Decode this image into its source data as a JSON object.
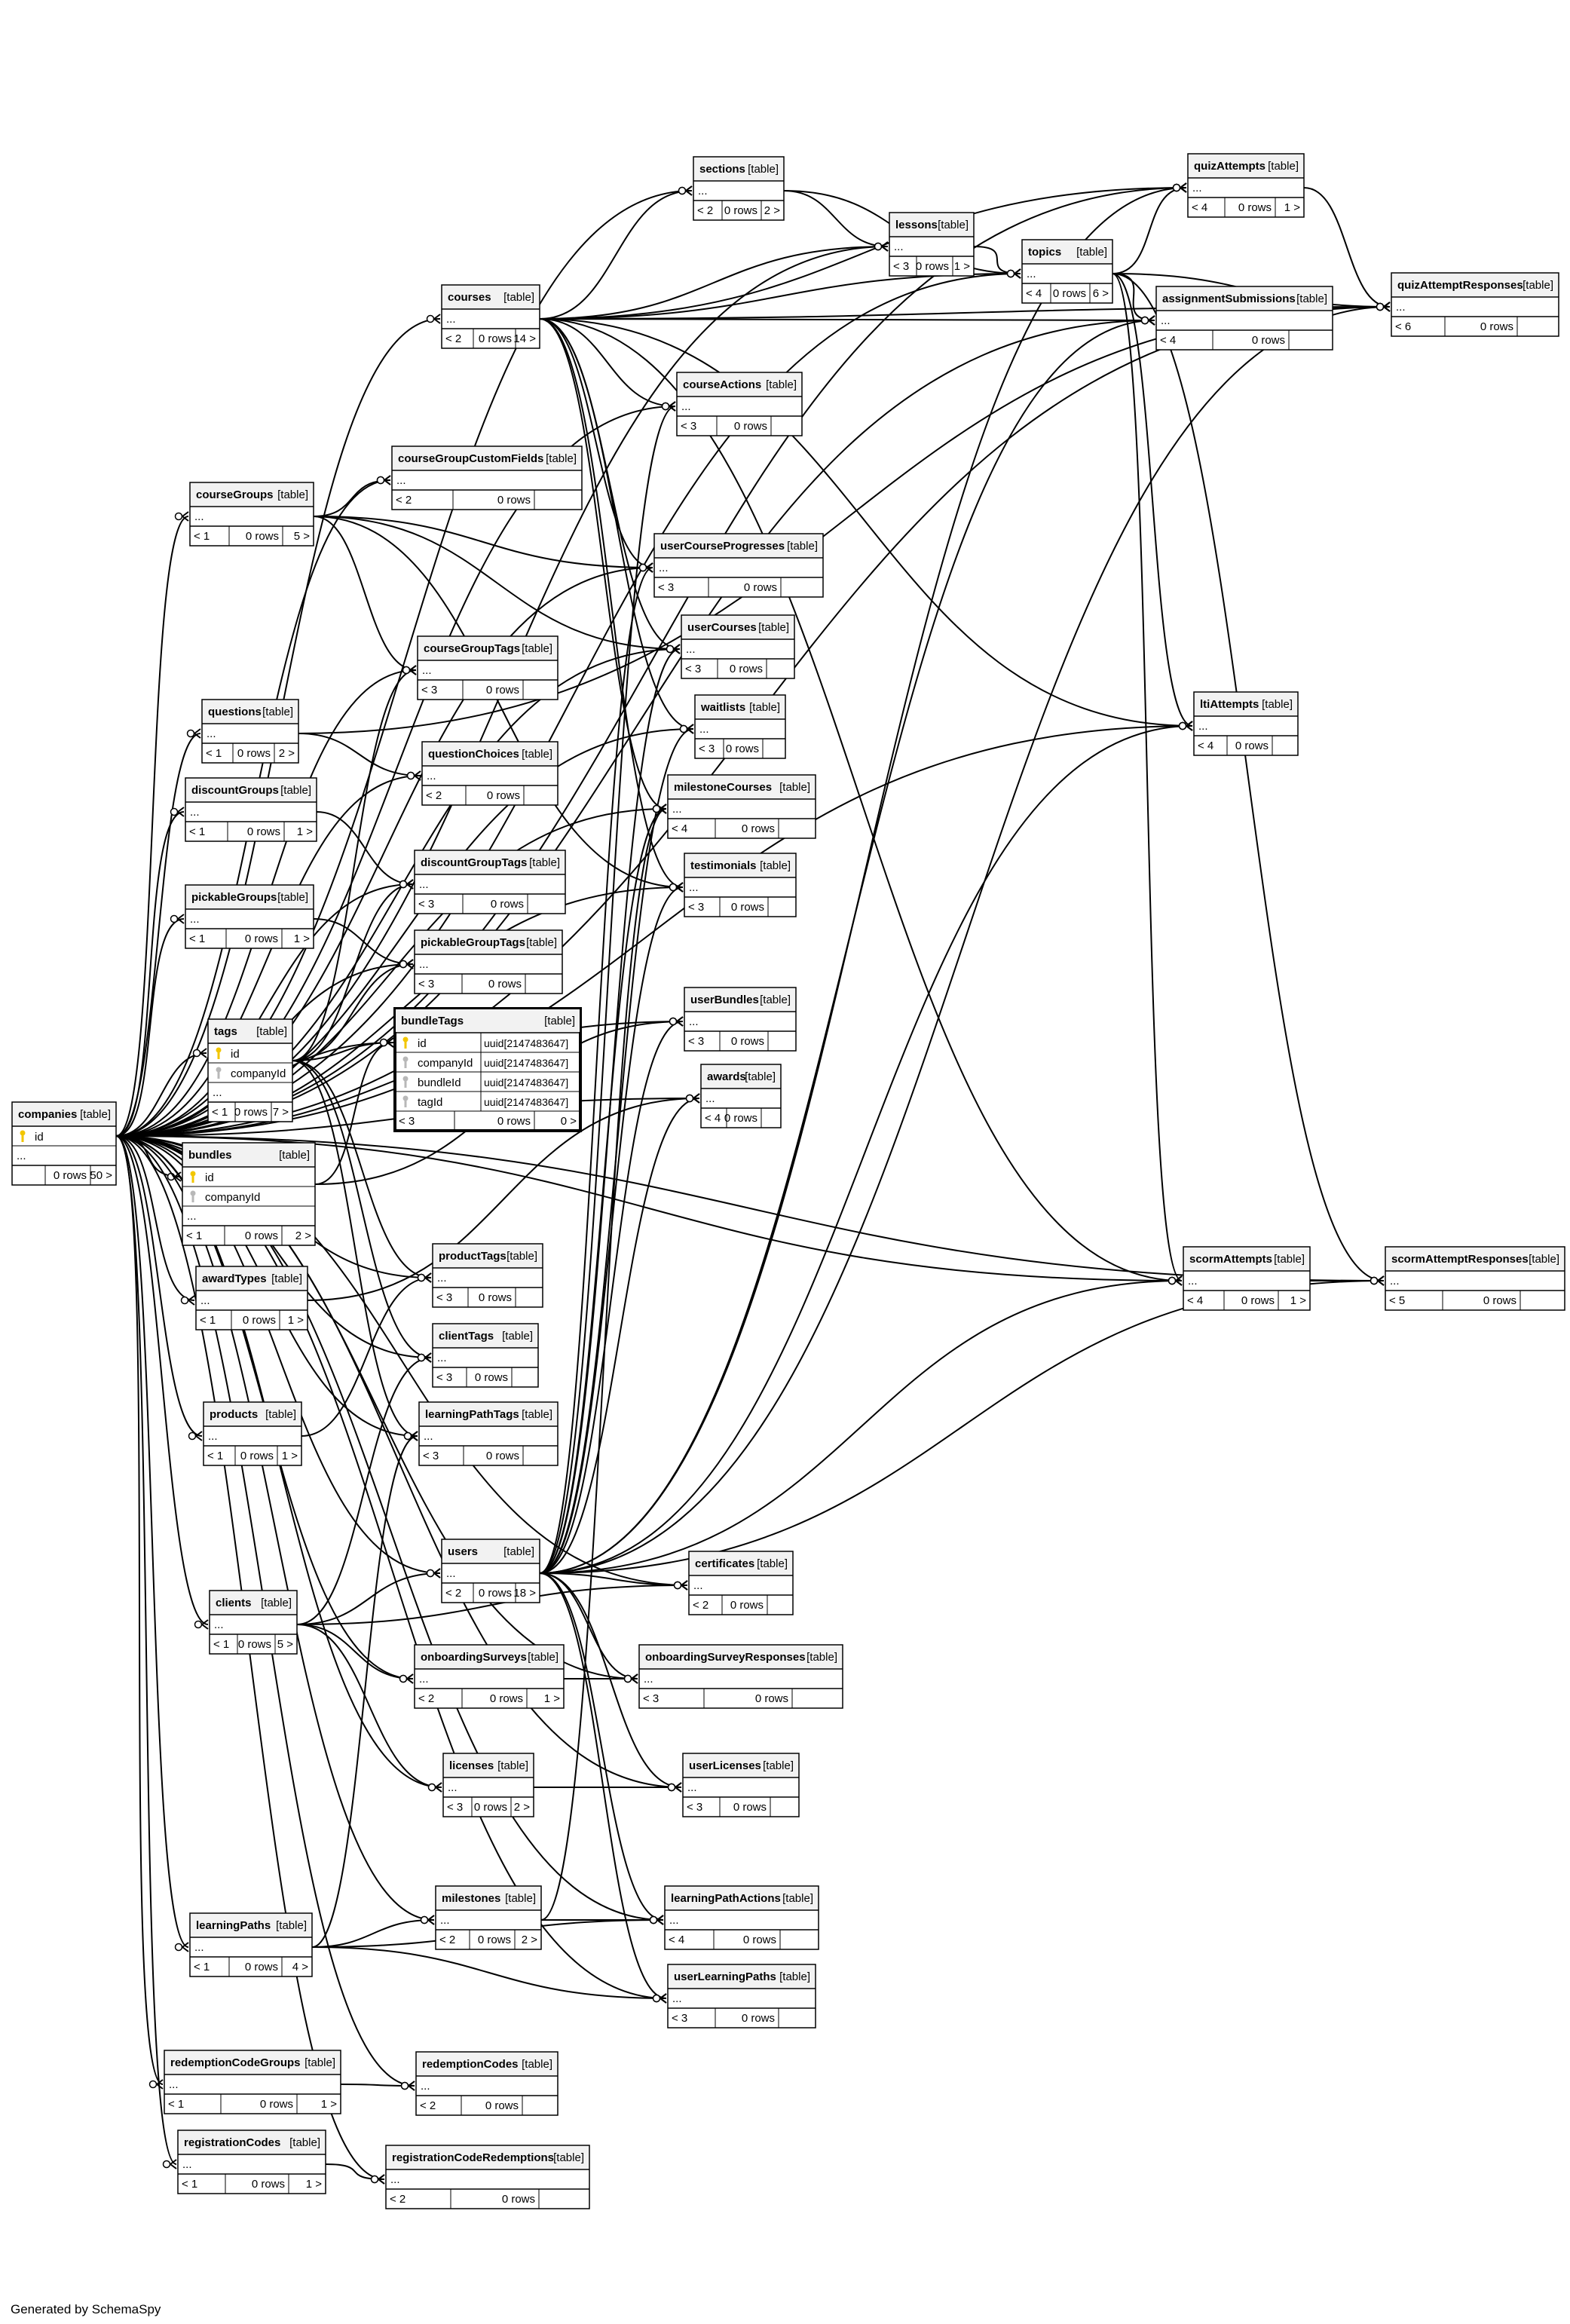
{
  "footer": "Generated by SchemaSpy",
  "tables": [
    {
      "name": "companies",
      "type": "[table]",
      "cols": [
        {
          "name": "id",
          "key": "pk"
        }
      ],
      "more": "...",
      "parents": "",
      "rows": "0 rows",
      "children": "50 >"
    },
    {
      "name": "sections",
      "type": "[table]",
      "cols": [],
      "more": "...",
      "parents": "< 2",
      "rows": "0 rows",
      "children": "2 >"
    },
    {
      "name": "lessons",
      "type": "[table]",
      "cols": [],
      "more": "...",
      "parents": "< 3",
      "rows": "0 rows",
      "children": "1 >"
    },
    {
      "name": "topics",
      "type": "[table]",
      "cols": [],
      "more": "...",
      "parents": "< 4",
      "rows": "0 rows",
      "children": "6 >"
    },
    {
      "name": "quizAttempts",
      "type": "[table]",
      "cols": [],
      "more": "...",
      "parents": "< 4",
      "rows": "0 rows",
      "children": "1 >"
    },
    {
      "name": "quizAttemptResponses",
      "type": "[table]",
      "cols": [],
      "more": "...",
      "parents": "< 6",
      "rows": "0 rows",
      "children": ""
    },
    {
      "name": "assignmentSubmissions",
      "type": "[table]",
      "cols": [],
      "more": "...",
      "parents": "< 4",
      "rows": "0 rows",
      "children": ""
    },
    {
      "name": "courses",
      "type": "[table]",
      "cols": [],
      "more": "...",
      "parents": "< 2",
      "rows": "0 rows",
      "children": "14 >"
    },
    {
      "name": "courseActions",
      "type": "[table]",
      "cols": [],
      "more": "...",
      "parents": "< 3",
      "rows": "0 rows",
      "children": ""
    },
    {
      "name": "courseGroupCustomFields",
      "type": "[table]",
      "cols": [],
      "more": "...",
      "parents": "< 2",
      "rows": "0 rows",
      "children": ""
    },
    {
      "name": "courseGroups",
      "type": "[table]",
      "cols": [],
      "more": "...",
      "parents": "< 1",
      "rows": "0 rows",
      "children": "5 >"
    },
    {
      "name": "userCourseProgresses",
      "type": "[table]",
      "cols": [],
      "more": "...",
      "parents": "< 3",
      "rows": "0 rows",
      "children": ""
    },
    {
      "name": "userCourses",
      "type": "[table]",
      "cols": [],
      "more": "...",
      "parents": "< 3",
      "rows": "0 rows",
      "children": ""
    },
    {
      "name": "courseGroupTags",
      "type": "[table]",
      "cols": [],
      "more": "...",
      "parents": "< 3",
      "rows": "0 rows",
      "children": ""
    },
    {
      "name": "waitlists",
      "type": "[table]",
      "cols": [],
      "more": "...",
      "parents": "< 3",
      "rows": "0 rows",
      "children": ""
    },
    {
      "name": "ltiAttempts",
      "type": "[table]",
      "cols": [],
      "more": "...",
      "parents": "< 4",
      "rows": "0 rows",
      "children": ""
    },
    {
      "name": "questions",
      "type": "[table]",
      "cols": [],
      "more": "...",
      "parents": "< 1",
      "rows": "0 rows",
      "children": "2 >"
    },
    {
      "name": "questionChoices",
      "type": "[table]",
      "cols": [],
      "more": "...",
      "parents": "< 2",
      "rows": "0 rows",
      "children": ""
    },
    {
      "name": "discountGroups",
      "type": "[table]",
      "cols": [],
      "more": "...",
      "parents": "< 1",
      "rows": "0 rows",
      "children": "1 >"
    },
    {
      "name": "milestoneCourses",
      "type": "[table]",
      "cols": [],
      "more": "...",
      "parents": "< 4",
      "rows": "0 rows",
      "children": ""
    },
    {
      "name": "discountGroupTags",
      "type": "[table]",
      "cols": [],
      "more": "...",
      "parents": "< 3",
      "rows": "0 rows",
      "children": ""
    },
    {
      "name": "testimonials",
      "type": "[table]",
      "cols": [],
      "more": "...",
      "parents": "< 3",
      "rows": "0 rows",
      "children": ""
    },
    {
      "name": "pickableGroups",
      "type": "[table]",
      "cols": [],
      "more": "...",
      "parents": "< 1",
      "rows": "0 rows",
      "children": "1 >"
    },
    {
      "name": "pickableGroupTags",
      "type": "[table]",
      "cols": [],
      "more": "...",
      "parents": "< 3",
      "rows": "0 rows",
      "children": ""
    },
    {
      "name": "userBundles",
      "type": "[table]",
      "cols": [],
      "more": "...",
      "parents": "< 3",
      "rows": "0 rows",
      "children": ""
    },
    {
      "name": "tags",
      "type": "[table]",
      "cols": [
        {
          "name": "id",
          "key": "pk"
        },
        {
          "name": "companyId",
          "key": "fk"
        }
      ],
      "more": "...",
      "parents": "< 1",
      "rows": "0 rows",
      "children": "7 >"
    },
    {
      "name": "bundleTags",
      "type": "[table]",
      "cols": [
        {
          "name": "id",
          "key": "pk",
          "dtype": "uuid[2147483647]"
        },
        {
          "name": "companyId",
          "key": "fk",
          "dtype": "uuid[2147483647]"
        },
        {
          "name": "bundleId",
          "key": "fk",
          "dtype": "uuid[2147483647]"
        },
        {
          "name": "tagId",
          "key": "fk",
          "dtype": "uuid[2147483647]"
        }
      ],
      "more": "",
      "parents": "< 3",
      "rows": "0 rows",
      "children": "0 >"
    },
    {
      "name": "awards",
      "type": "[table]",
      "cols": [],
      "more": "...",
      "parents": "< 4",
      "rows": "0 rows",
      "children": ""
    },
    {
      "name": "bundles",
      "type": "[table]",
      "cols": [
        {
          "name": "id",
          "key": "pk"
        },
        {
          "name": "companyId",
          "key": "fk"
        }
      ],
      "more": "...",
      "parents": "< 1",
      "rows": "0 rows",
      "children": "2 >"
    },
    {
      "name": "productTags",
      "type": "[table]",
      "cols": [],
      "more": "...",
      "parents": "< 3",
      "rows": "0 rows",
      "children": ""
    },
    {
      "name": "scormAttempts",
      "type": "[table]",
      "cols": [],
      "more": "...",
      "parents": "< 4",
      "rows": "0 rows",
      "children": "1 >"
    },
    {
      "name": "scormAttemptResponses",
      "type": "[table]",
      "cols": [],
      "more": "...",
      "parents": "< 5",
      "rows": "0 rows",
      "children": ""
    },
    {
      "name": "awardTypes",
      "type": "[table]",
      "cols": [],
      "more": "...",
      "parents": "< 1",
      "rows": "0 rows",
      "children": "1 >"
    },
    {
      "name": "clientTags",
      "type": "[table]",
      "cols": [],
      "more": "...",
      "parents": "< 3",
      "rows": "0 rows",
      "children": ""
    },
    {
      "name": "products",
      "type": "[table]",
      "cols": [],
      "more": "...",
      "parents": "< 1",
      "rows": "0 rows",
      "children": "1 >"
    },
    {
      "name": "learningPathTags",
      "type": "[table]",
      "cols": [],
      "more": "...",
      "parents": "< 3",
      "rows": "0 rows",
      "children": ""
    },
    {
      "name": "users",
      "type": "[table]",
      "cols": [],
      "more": "...",
      "parents": "< 2",
      "rows": "0 rows",
      "children": "18 >"
    },
    {
      "name": "certificates",
      "type": "[table]",
      "cols": [],
      "more": "...",
      "parents": "< 2",
      "rows": "0 rows",
      "children": ""
    },
    {
      "name": "clients",
      "type": "[table]",
      "cols": [],
      "more": "...",
      "parents": "< 1",
      "rows": "0 rows",
      "children": "5 >"
    },
    {
      "name": "onboardingSurveys",
      "type": "[table]",
      "cols": [],
      "more": "...",
      "parents": "< 2",
      "rows": "0 rows",
      "children": "1 >"
    },
    {
      "name": "onboardingSurveyResponses",
      "type": "[table]",
      "cols": [],
      "more": "...",
      "parents": "< 3",
      "rows": "0 rows",
      "children": ""
    },
    {
      "name": "licenses",
      "type": "[table]",
      "cols": [],
      "more": "...",
      "parents": "< 3",
      "rows": "0 rows",
      "children": "2 >"
    },
    {
      "name": "userLicenses",
      "type": "[table]",
      "cols": [],
      "more": "...",
      "parents": "< 3",
      "rows": "0 rows",
      "children": ""
    },
    {
      "name": "milestones",
      "type": "[table]",
      "cols": [],
      "more": "...",
      "parents": "< 2",
      "rows": "0 rows",
      "children": "2 >"
    },
    {
      "name": "learningPathActions",
      "type": "[table]",
      "cols": [],
      "more": "...",
      "parents": "< 4",
      "rows": "0 rows",
      "children": ""
    },
    {
      "name": "learningPaths",
      "type": "[table]",
      "cols": [],
      "more": "...",
      "parents": "< 1",
      "rows": "0 rows",
      "children": "4 >"
    },
    {
      "name": "userLearningPaths",
      "type": "[table]",
      "cols": [],
      "more": "...",
      "parents": "< 3",
      "rows": "0 rows",
      "children": ""
    },
    {
      "name": "redemptionCodeGroups",
      "type": "[table]",
      "cols": [],
      "more": "...",
      "parents": "< 1",
      "rows": "0 rows",
      "children": "1 >"
    },
    {
      "name": "redemptionCodes",
      "type": "[table]",
      "cols": [],
      "more": "...",
      "parents": "< 2",
      "rows": "0 rows",
      "children": ""
    },
    {
      "name": "registrationCodes",
      "type": "[table]",
      "cols": [],
      "more": "...",
      "parents": "< 1",
      "rows": "0 rows",
      "children": "1 >"
    },
    {
      "name": "registrationCodeRedemptions",
      "type": "[table]",
      "cols": [],
      "more": "...",
      "parents": "< 2",
      "rows": "0 rows",
      "children": ""
    }
  ],
  "relations": [
    [
      "companies",
      "sections"
    ],
    [
      "companies",
      "lessons"
    ],
    [
      "companies",
      "topics"
    ],
    [
      "companies",
      "quizAttempts"
    ],
    [
      "companies",
      "quizAttemptResponses"
    ],
    [
      "companies",
      "assignmentSubmissions"
    ],
    [
      "companies",
      "courses"
    ],
    [
      "companies",
      "courseActions"
    ],
    [
      "companies",
      "courseGroupCustomFields"
    ],
    [
      "companies",
      "courseGroups"
    ],
    [
      "companies",
      "userCourseProgresses"
    ],
    [
      "companies",
      "userCourses"
    ],
    [
      "companies",
      "courseGroupTags"
    ],
    [
      "companies",
      "waitlists"
    ],
    [
      "companies",
      "ltiAttempts"
    ],
    [
      "companies",
      "questions"
    ],
    [
      "companies",
      "questionChoices"
    ],
    [
      "companies",
      "discountGroups"
    ],
    [
      "companies",
      "milestoneCourses"
    ],
    [
      "companies",
      "discountGroupTags"
    ],
    [
      "companies",
      "testimonials"
    ],
    [
      "companies",
      "pickableGroups"
    ],
    [
      "companies",
      "pickableGroupTags"
    ],
    [
      "companies",
      "userBundles"
    ],
    [
      "companies",
      "tags"
    ],
    [
      "companies",
      "bundleTags"
    ],
    [
      "companies",
      "awards"
    ],
    [
      "companies",
      "bundles"
    ],
    [
      "companies",
      "productTags"
    ],
    [
      "companies",
      "scormAttempts"
    ],
    [
      "companies",
      "scormAttemptResponses"
    ],
    [
      "companies",
      "awardTypes"
    ],
    [
      "companies",
      "clientTags"
    ],
    [
      "companies",
      "products"
    ],
    [
      "companies",
      "learningPathTags"
    ],
    [
      "companies",
      "users"
    ],
    [
      "companies",
      "certificates"
    ],
    [
      "companies",
      "clients"
    ],
    [
      "companies",
      "onboardingSurveys"
    ],
    [
      "companies",
      "onboardingSurveyResponses"
    ],
    [
      "companies",
      "licenses"
    ],
    [
      "companies",
      "userLicenses"
    ],
    [
      "companies",
      "milestones"
    ],
    [
      "companies",
      "learningPathActions"
    ],
    [
      "companies",
      "learningPaths"
    ],
    [
      "companies",
      "userLearningPaths"
    ],
    [
      "companies",
      "redemptionCodeGroups"
    ],
    [
      "companies",
      "redemptionCodes"
    ],
    [
      "companies",
      "registrationCodes"
    ],
    [
      "companies",
      "registrationCodeRedemptions"
    ],
    [
      "courses",
      "sections"
    ],
    [
      "courses",
      "lessons"
    ],
    [
      "courses",
      "topics"
    ],
    [
      "courses",
      "quizAttempts"
    ],
    [
      "courses",
      "quizAttemptResponses"
    ],
    [
      "courses",
      "assignmentSubmissions"
    ],
    [
      "courses",
      "courseActions"
    ],
    [
      "courses",
      "userCourseProgresses"
    ],
    [
      "courses",
      "userCourses"
    ],
    [
      "courses",
      "waitlists"
    ],
    [
      "courses",
      "ltiAttempts"
    ],
    [
      "courses",
      "milestoneCourses"
    ],
    [
      "courses",
      "testimonials"
    ],
    [
      "courses",
      "scormAttempts"
    ],
    [
      "sections",
      "lessons"
    ],
    [
      "sections",
      "topics"
    ],
    [
      "lessons",
      "topics"
    ],
    [
      "topics",
      "quizAttempts"
    ],
    [
      "topics",
      "quizAttemptResponses"
    ],
    [
      "topics",
      "assignmentSubmissions"
    ],
    [
      "topics",
      "ltiAttempts"
    ],
    [
      "topics",
      "scormAttempts"
    ],
    [
      "topics",
      "scormAttemptResponses"
    ],
    [
      "quizAttempts",
      "quizAttemptResponses"
    ],
    [
      "scormAttempts",
      "scormAttemptResponses"
    ],
    [
      "courseGroups",
      "courseGroupCustomFields"
    ],
    [
      "courseGroups",
      "userCourseProgresses"
    ],
    [
      "courseGroups",
      "userCourses"
    ],
    [
      "courseGroups",
      "courseGroupTags"
    ],
    [
      "courseGroups",
      "testimonials"
    ],
    [
      "questions",
      "questionChoices"
    ],
    [
      "questions",
      "quizAttemptResponses"
    ],
    [
      "discountGroups",
      "discountGroupTags"
    ],
    [
      "pickableGroups",
      "pickableGroupTags"
    ],
    [
      "tags",
      "courseGroupTags"
    ],
    [
      "tags",
      "discountGroupTags"
    ],
    [
      "tags",
      "pickableGroupTags"
    ],
    [
      "tags",
      "bundleTags"
    ],
    [
      "tags",
      "productTags"
    ],
    [
      "tags",
      "clientTags"
    ],
    [
      "tags",
      "learningPathTags"
    ],
    [
      "bundles",
      "bundleTags"
    ],
    [
      "bundles",
      "userBundles"
    ],
    [
      "awardTypes",
      "awards"
    ],
    [
      "products",
      "productTags"
    ],
    [
      "clients",
      "clientTags"
    ],
    [
      "clients",
      "users"
    ],
    [
      "clients",
      "onboardingSurveys"
    ],
    [
      "clients",
      "licenses"
    ],
    [
      "clients",
      "certificates"
    ],
    [
      "users",
      "quizAttempts"
    ],
    [
      "users",
      "quizAttemptResponses"
    ],
    [
      "users",
      "assignmentSubmissions"
    ],
    [
      "users",
      "courseActions"
    ],
    [
      "users",
      "userCourseProgresses"
    ],
    [
      "users",
      "userCourses"
    ],
    [
      "users",
      "waitlists"
    ],
    [
      "users",
      "ltiAttempts"
    ],
    [
      "users",
      "milestoneCourses"
    ],
    [
      "users",
      "testimonials"
    ],
    [
      "users",
      "userBundles"
    ],
    [
      "users",
      "awards"
    ],
    [
      "users",
      "scormAttempts"
    ],
    [
      "users",
      "scormAttemptResponses"
    ],
    [
      "users",
      "certificates"
    ],
    [
      "users",
      "onboardingSurveyResponses"
    ],
    [
      "users",
      "userLicenses"
    ],
    [
      "users",
      "learningPathActions"
    ],
    [
      "users",
      "userLearningPaths"
    ],
    [
      "onboardingSurveys",
      "onboardingSurveyResponses"
    ],
    [
      "licenses",
      "userLicenses"
    ],
    [
      "milestones",
      "milestoneCourses"
    ],
    [
      "milestones",
      "learningPathActions"
    ],
    [
      "learningPaths",
      "milestones"
    ],
    [
      "learningPaths",
      "learningPathTags"
    ],
    [
      "learningPaths",
      "learningPathActions"
    ],
    [
      "learningPaths",
      "userLearningPaths"
    ],
    [
      "redemptionCodeGroups",
      "redemptionCodes"
    ],
    [
      "registrationCodes",
      "registrationCodeRedemptions"
    ]
  ]
}
